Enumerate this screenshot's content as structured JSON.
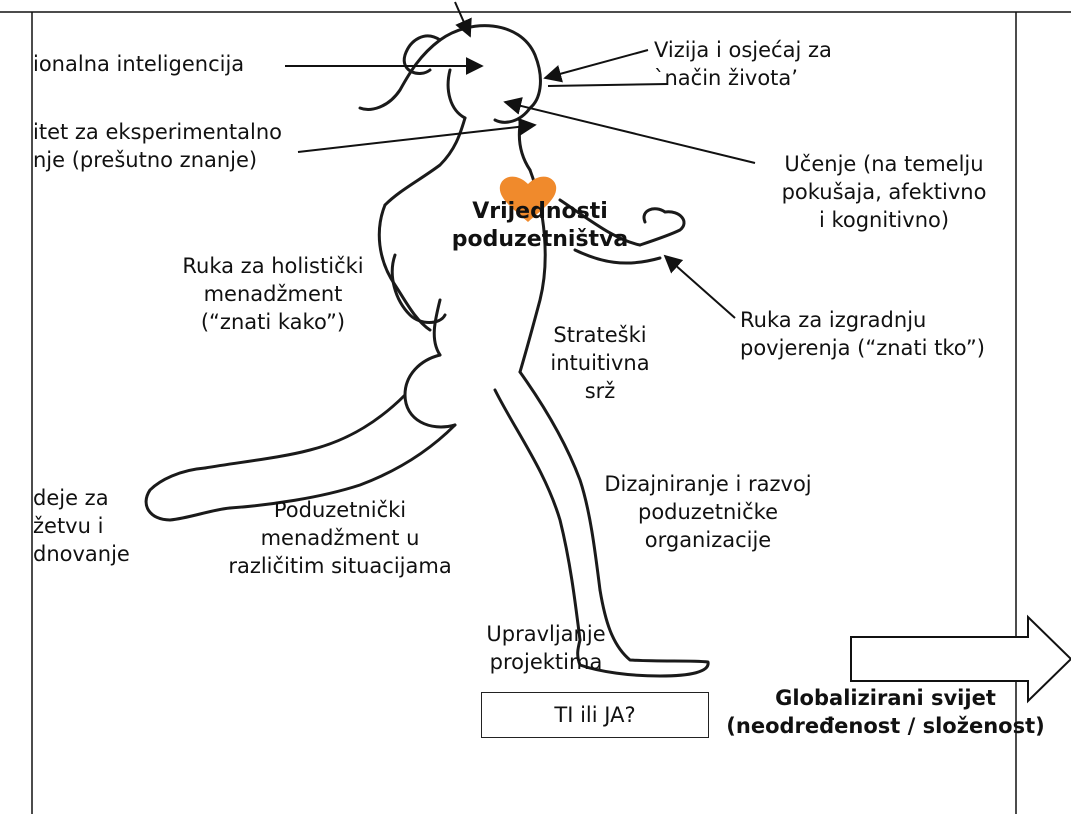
{
  "labels": {
    "emotional_intelligence": "ionalna inteligencija",
    "vision": "Vizija i osjećaj za\n`način života’",
    "capacity_experimental": "itet za eksperimentalno\nnje (prešutno znanje)",
    "learning": "Učenje (na temelju\npokušaja, afektivno\ni kognitivno)",
    "values": "Vrijednosti\npoduzetništva",
    "holistic_hand": "Ruka za holistički\nmenadžment\n(“znati kako”)",
    "trust_hand": "Ruka za izgradnju\npovjerenja (“znati tko”)",
    "strategic_core": "Strateški\nintuitivna\nsrž",
    "ideas_feet": "deje za\nžetvu i\ndnovanje",
    "entrepreneurial_management": "Poduzetnički\nmenadžment u\nrazličitim situacijama",
    "design_org": "Dizajniranje i razvoj\npoduzetničke\norganizacije",
    "project_management": "Upravljanje\nprojektima",
    "ti_ili_ja": "TI ili JA?",
    "globalized_world": "Globalizirani svijet\n(neodređenost / složenost)"
  },
  "colors": {
    "heart": "#f08a2c",
    "lines": "#111111"
  },
  "icons": {
    "heart": "heart-icon",
    "runner": "runner-figure",
    "world_arrow": "right-arrow-icon"
  }
}
